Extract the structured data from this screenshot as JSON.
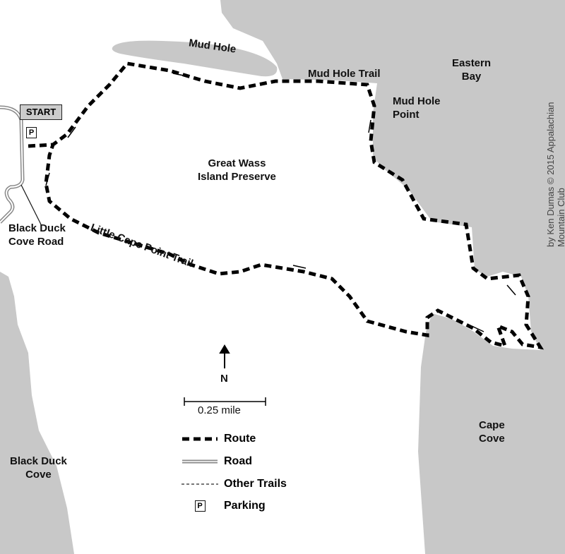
{
  "credit": "by Ken Dumas © 2015 Appalachian Mountain Club",
  "start_label": "START",
  "parking_symbol": "P",
  "labels": {
    "mud_hole": "Mud Hole",
    "mud_hole_trail": "Mud Hole Trail",
    "eastern_bay": [
      "Eastern",
      "Bay"
    ],
    "mud_hole_point": [
      "Mud Hole",
      "Point"
    ],
    "preserve": [
      "Great Wass",
      "Island Preserve"
    ],
    "road": [
      "Black Duck",
      "Cove Road"
    ],
    "little_cape_trail": "Little Cape Point Trail",
    "cape_cove": [
      "Cape",
      "Cove"
    ],
    "black_duck_cove": [
      "Black Duck",
      "Cove"
    ]
  },
  "north": "N",
  "scale": "0.25 mile",
  "legend": [
    {
      "label": "Route"
    },
    {
      "label": "Road"
    },
    {
      "label": "Other Trails"
    },
    {
      "label": "Parking"
    }
  ],
  "colors": {
    "water": "#c8c8c8",
    "route": "#000000",
    "land": "#ffffff"
  }
}
